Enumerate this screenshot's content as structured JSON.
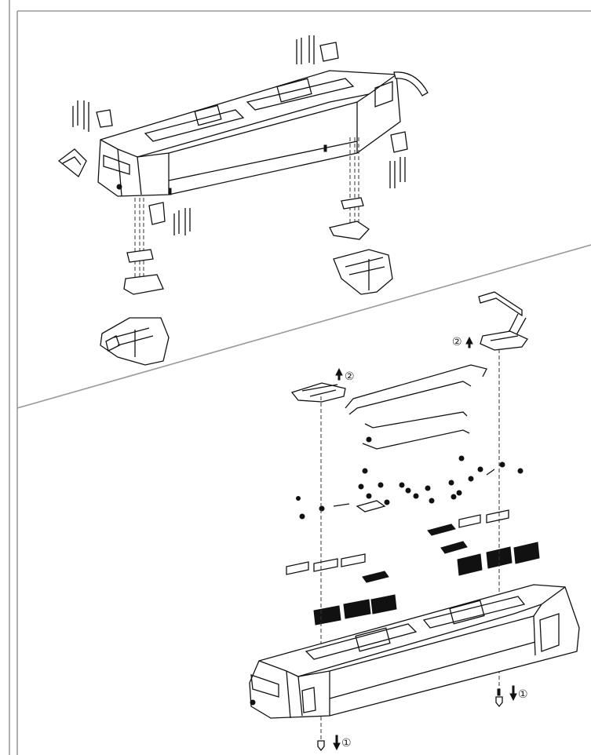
{
  "callouts": {
    "step2_right": "②",
    "step2_left": "②",
    "step1_right": "①",
    "step1_left": "①"
  }
}
